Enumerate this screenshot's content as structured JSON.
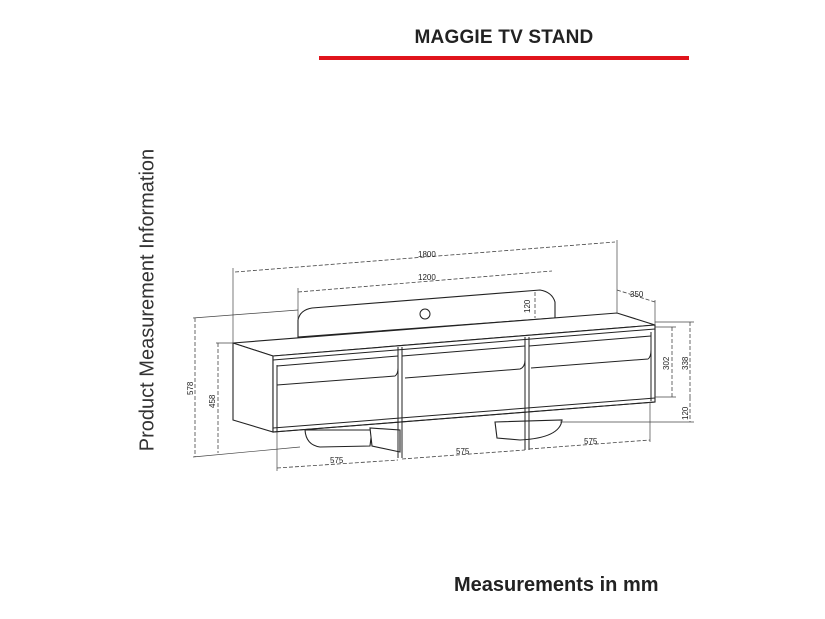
{
  "header": {
    "title": "MAGGIE TV STAND",
    "accent_color": "#e0141c"
  },
  "side_label": "Product Measurement Information",
  "footer": "Measurements in mm",
  "dimensions": {
    "total_width": "1800",
    "backboard_width": "1200",
    "depth": "350",
    "backboard_height": "120",
    "total_height": "578",
    "body_height": "458",
    "inner_height": "302",
    "cabinet_height": "338",
    "leg_height": "120",
    "section_left": "575",
    "section_middle": "575",
    "section_right": "575"
  }
}
